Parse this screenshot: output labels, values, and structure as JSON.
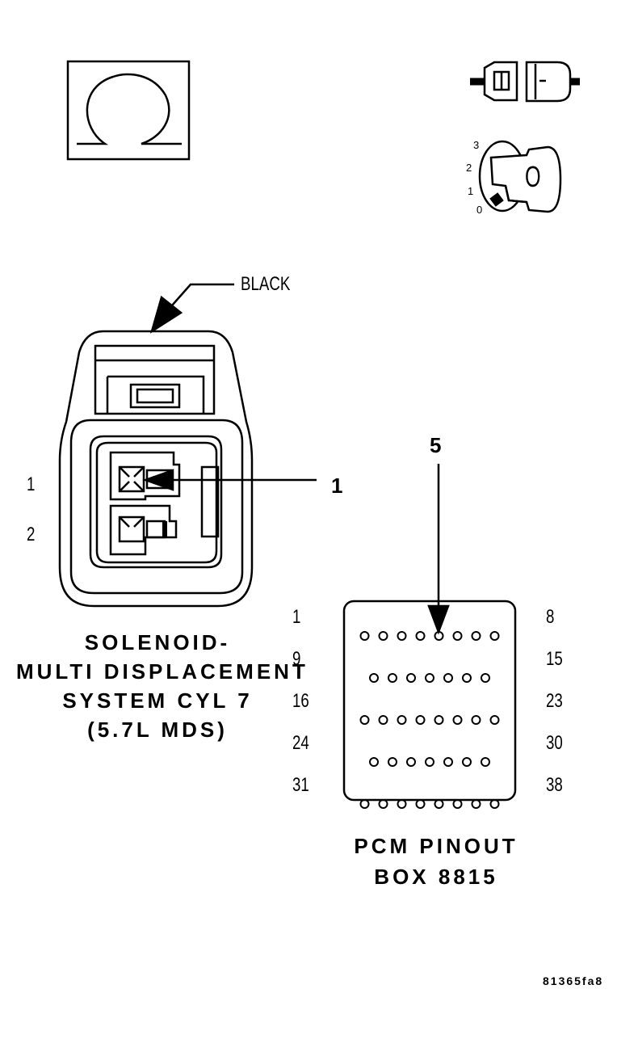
{
  "connector": {
    "color_label": "BLACK",
    "cavity_numbers": [
      "1",
      "2"
    ],
    "callout": "1",
    "caption_lines": [
      "SOLENOID-",
      "MULTI DISPLACEMENT",
      "SYSTEM CYL 7",
      "(5.7L MDS)"
    ]
  },
  "pinout": {
    "callout": "5",
    "left_numbers": [
      "1",
      "9",
      "16",
      "24",
      "31"
    ],
    "right_numbers": [
      "8",
      "15",
      "23",
      "30",
      "38"
    ],
    "row_pin_counts": [
      8,
      7,
      8,
      7,
      8
    ],
    "caption_lines": [
      "PCM PINOUT",
      "BOX 8815"
    ]
  },
  "ignition_positions": [
    "3",
    "2",
    "1",
    "0"
  ],
  "key_glyph": "O",
  "figure_id": "81365fa8",
  "icons": [
    "ohmmeter-symbol-icon",
    "connector-disconnect-icon",
    "ignition-key-icon"
  ]
}
